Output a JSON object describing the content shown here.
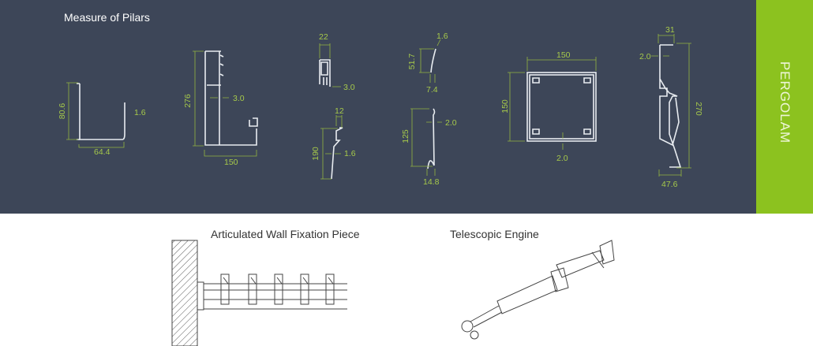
{
  "header": {
    "title": "Measure of Pilars",
    "brand": "PERGOLAM"
  },
  "colors": {
    "band": "#3d4658",
    "accent": "#8cc21f",
    "dimension": "#a6c94a"
  },
  "profiles": {
    "p1": {
      "height": "80.6",
      "thickness": "1.6",
      "width": "64.4"
    },
    "p2": {
      "height": "276",
      "thickness": "3.0",
      "width": "150"
    },
    "p3": {
      "width": "22",
      "thickness": "3.0"
    },
    "p4": {
      "width": "12",
      "height": "190",
      "thickness": "1.6"
    },
    "p5": {
      "thickness": "1.6",
      "height": "51.7",
      "width": "7.4"
    },
    "p6": {
      "height": "125",
      "thickness": "2.0",
      "width": "14.8"
    },
    "p7": {
      "width": "150",
      "height": "150",
      "thickness": "2.0"
    },
    "p8": {
      "width": "31",
      "thickness": "2.0",
      "height": "270",
      "depth": "47.6"
    }
  },
  "lower": {
    "wall_caption": "Articulated Wall Fixation Piece",
    "engine_caption": "Telescopic Engine"
  }
}
